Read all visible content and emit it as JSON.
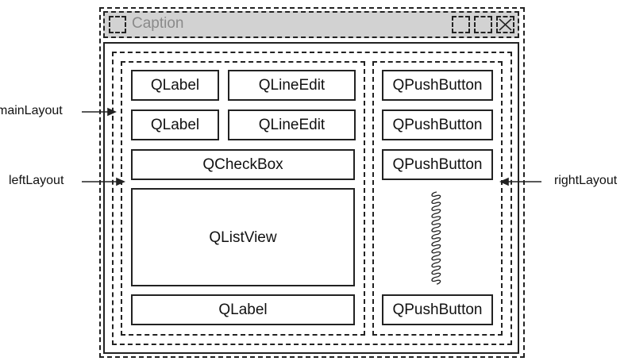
{
  "window": {
    "caption": "Caption"
  },
  "left": {
    "label_1": "QLabel",
    "lineedit_1": "QLineEdit",
    "label_2": "QLabel",
    "lineedit_2": "QLineEdit",
    "checkbox": "QCheckBox",
    "listview": "QListView",
    "label_3": "QLabel"
  },
  "right": {
    "button_1": "QPushButton",
    "button_2": "QPushButton",
    "button_3": "QPushButton",
    "button_4": "QPushButton",
    "spacer_icon": "spring-spacer-icon"
  },
  "annotations": {
    "main_layout": "mainLayout",
    "left_layout": "leftLayout",
    "right_layout": "rightLayout"
  },
  "colors": {
    "titlebar": "#d2d2d2",
    "caption_text": "#8a8a8a",
    "line": "#222222"
  }
}
